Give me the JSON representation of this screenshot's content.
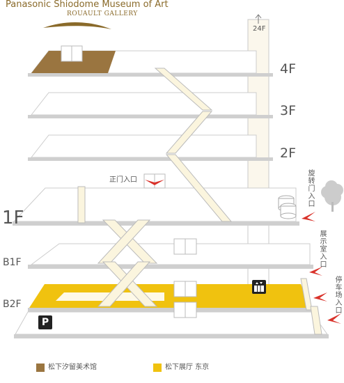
{
  "header": {
    "title": "Panasonic Shiodome Museum of Art",
    "subtitle": "ROUAULT GALLERY"
  },
  "floors": {
    "f24": "24F",
    "f4": "4F",
    "f3": "3F",
    "f2": "2F",
    "f1": "1F",
    "b1": "B1F",
    "b2": "B2F"
  },
  "entrances": {
    "main": "正门入口",
    "revolving": "旋转门入口",
    "showroom": "展示室入口",
    "parking": "停车场入口"
  },
  "parking_icon": "P",
  "legend": {
    "museum": "松下汐留美术馆",
    "showroom": "松下展厅 东京"
  },
  "colors": {
    "museum": "#9a7540",
    "showroom": "#f0c20f",
    "arrow": "#d9322a"
  },
  "icons": {
    "elevator": "elevator-icon",
    "arrow": "entrance-arrow-icon",
    "tree": "tree-icon",
    "parking": "parking-icon"
  }
}
